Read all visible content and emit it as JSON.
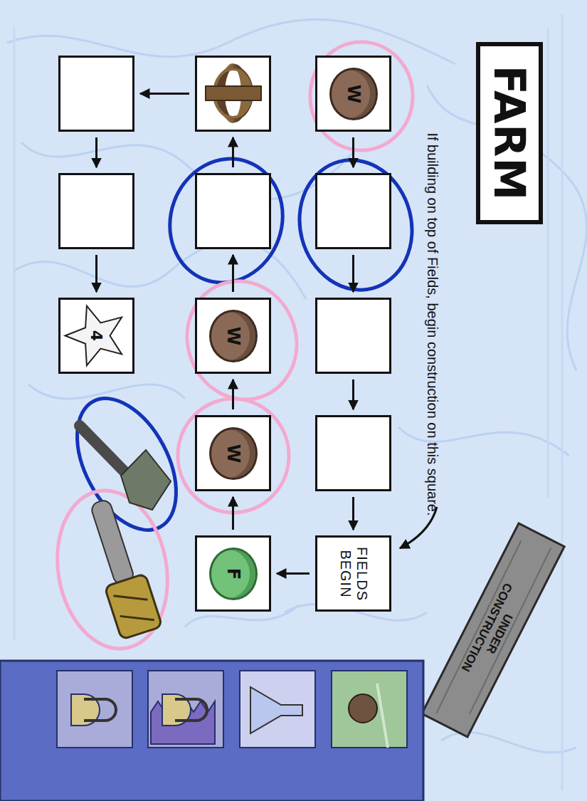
{
  "diagram": {
    "title": "FARM",
    "nodes": [
      {
        "text": [
          "W"
        ]
      },
      {
        "text": []
      },
      {
        "text": []
      },
      {
        "text": []
      },
      {
        "text": [
          "FIELDS BEGIN"
        ]
      },
      {
        "text": [
          "F"
        ]
      },
      {
        "text": [
          "W"
        ]
      },
      {
        "text": [
          "W"
        ]
      },
      {
        "text": []
      },
      {
        "text": []
      },
      {
        "text": []
      },
      {
        "text": []
      },
      {
        "text": [
          "4"
        ]
      }
    ],
    "edges": [
      {
        "from": 0,
        "to": 1,
        "arrow": "to"
      },
      {
        "from": 1,
        "to": 2,
        "arrow": "to"
      },
      {
        "from": 2,
        "to": 3,
        "arrow": "to"
      },
      {
        "from": 3,
        "to": 4,
        "arrow": "to"
      },
      {
        "from": 4,
        "to": 5,
        "arrow": "to"
      },
      {
        "from": 5,
        "to": 6,
        "arrow": "to"
      },
      {
        "from": 6,
        "to": 7,
        "arrow": "to"
      },
      {
        "from": 7,
        "to": 8,
        "arrow": "to"
      },
      {
        "from": 8,
        "to": 9,
        "arrow": "to"
      },
      {
        "from": 9,
        "to": 10,
        "arrow": "to"
      },
      {
        "from": 10,
        "to": 11,
        "arrow": "to"
      },
      {
        "from": 11,
        "to": 12,
        "arrow": "to"
      }
    ],
    "labels": [
      "If building on top of Fields, begin construction on this square.",
      "UNDER CONSTRUCTION"
    ]
  }
}
